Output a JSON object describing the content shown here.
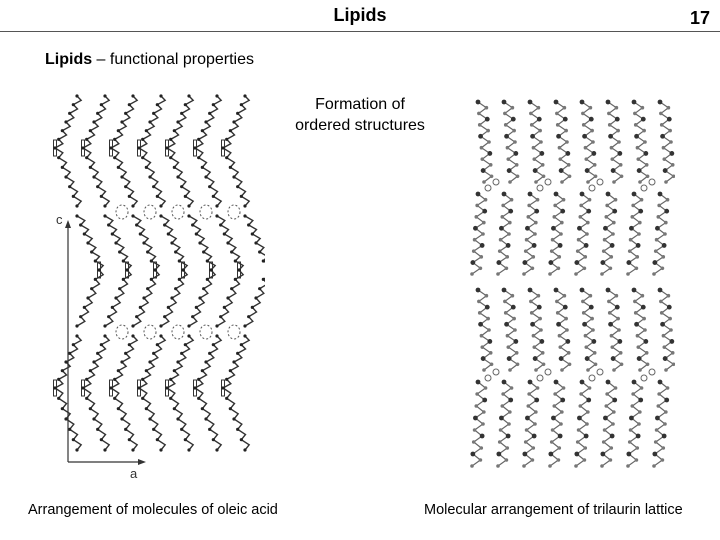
{
  "header": {
    "title": "Lipids",
    "page_number": "17"
  },
  "subtitle": {
    "bold_part": "Lipids",
    "rest": " – functional properties"
  },
  "topic_label": {
    "line1": "Formation of",
    "line2": "ordered structures"
  },
  "figure_left": {
    "axis_c": "c",
    "axis_a": "a",
    "caption": "Arrangement of molecules of oleic acid"
  },
  "figure_right": {
    "caption": "Molecular arrangement of trilaurin lattice"
  }
}
